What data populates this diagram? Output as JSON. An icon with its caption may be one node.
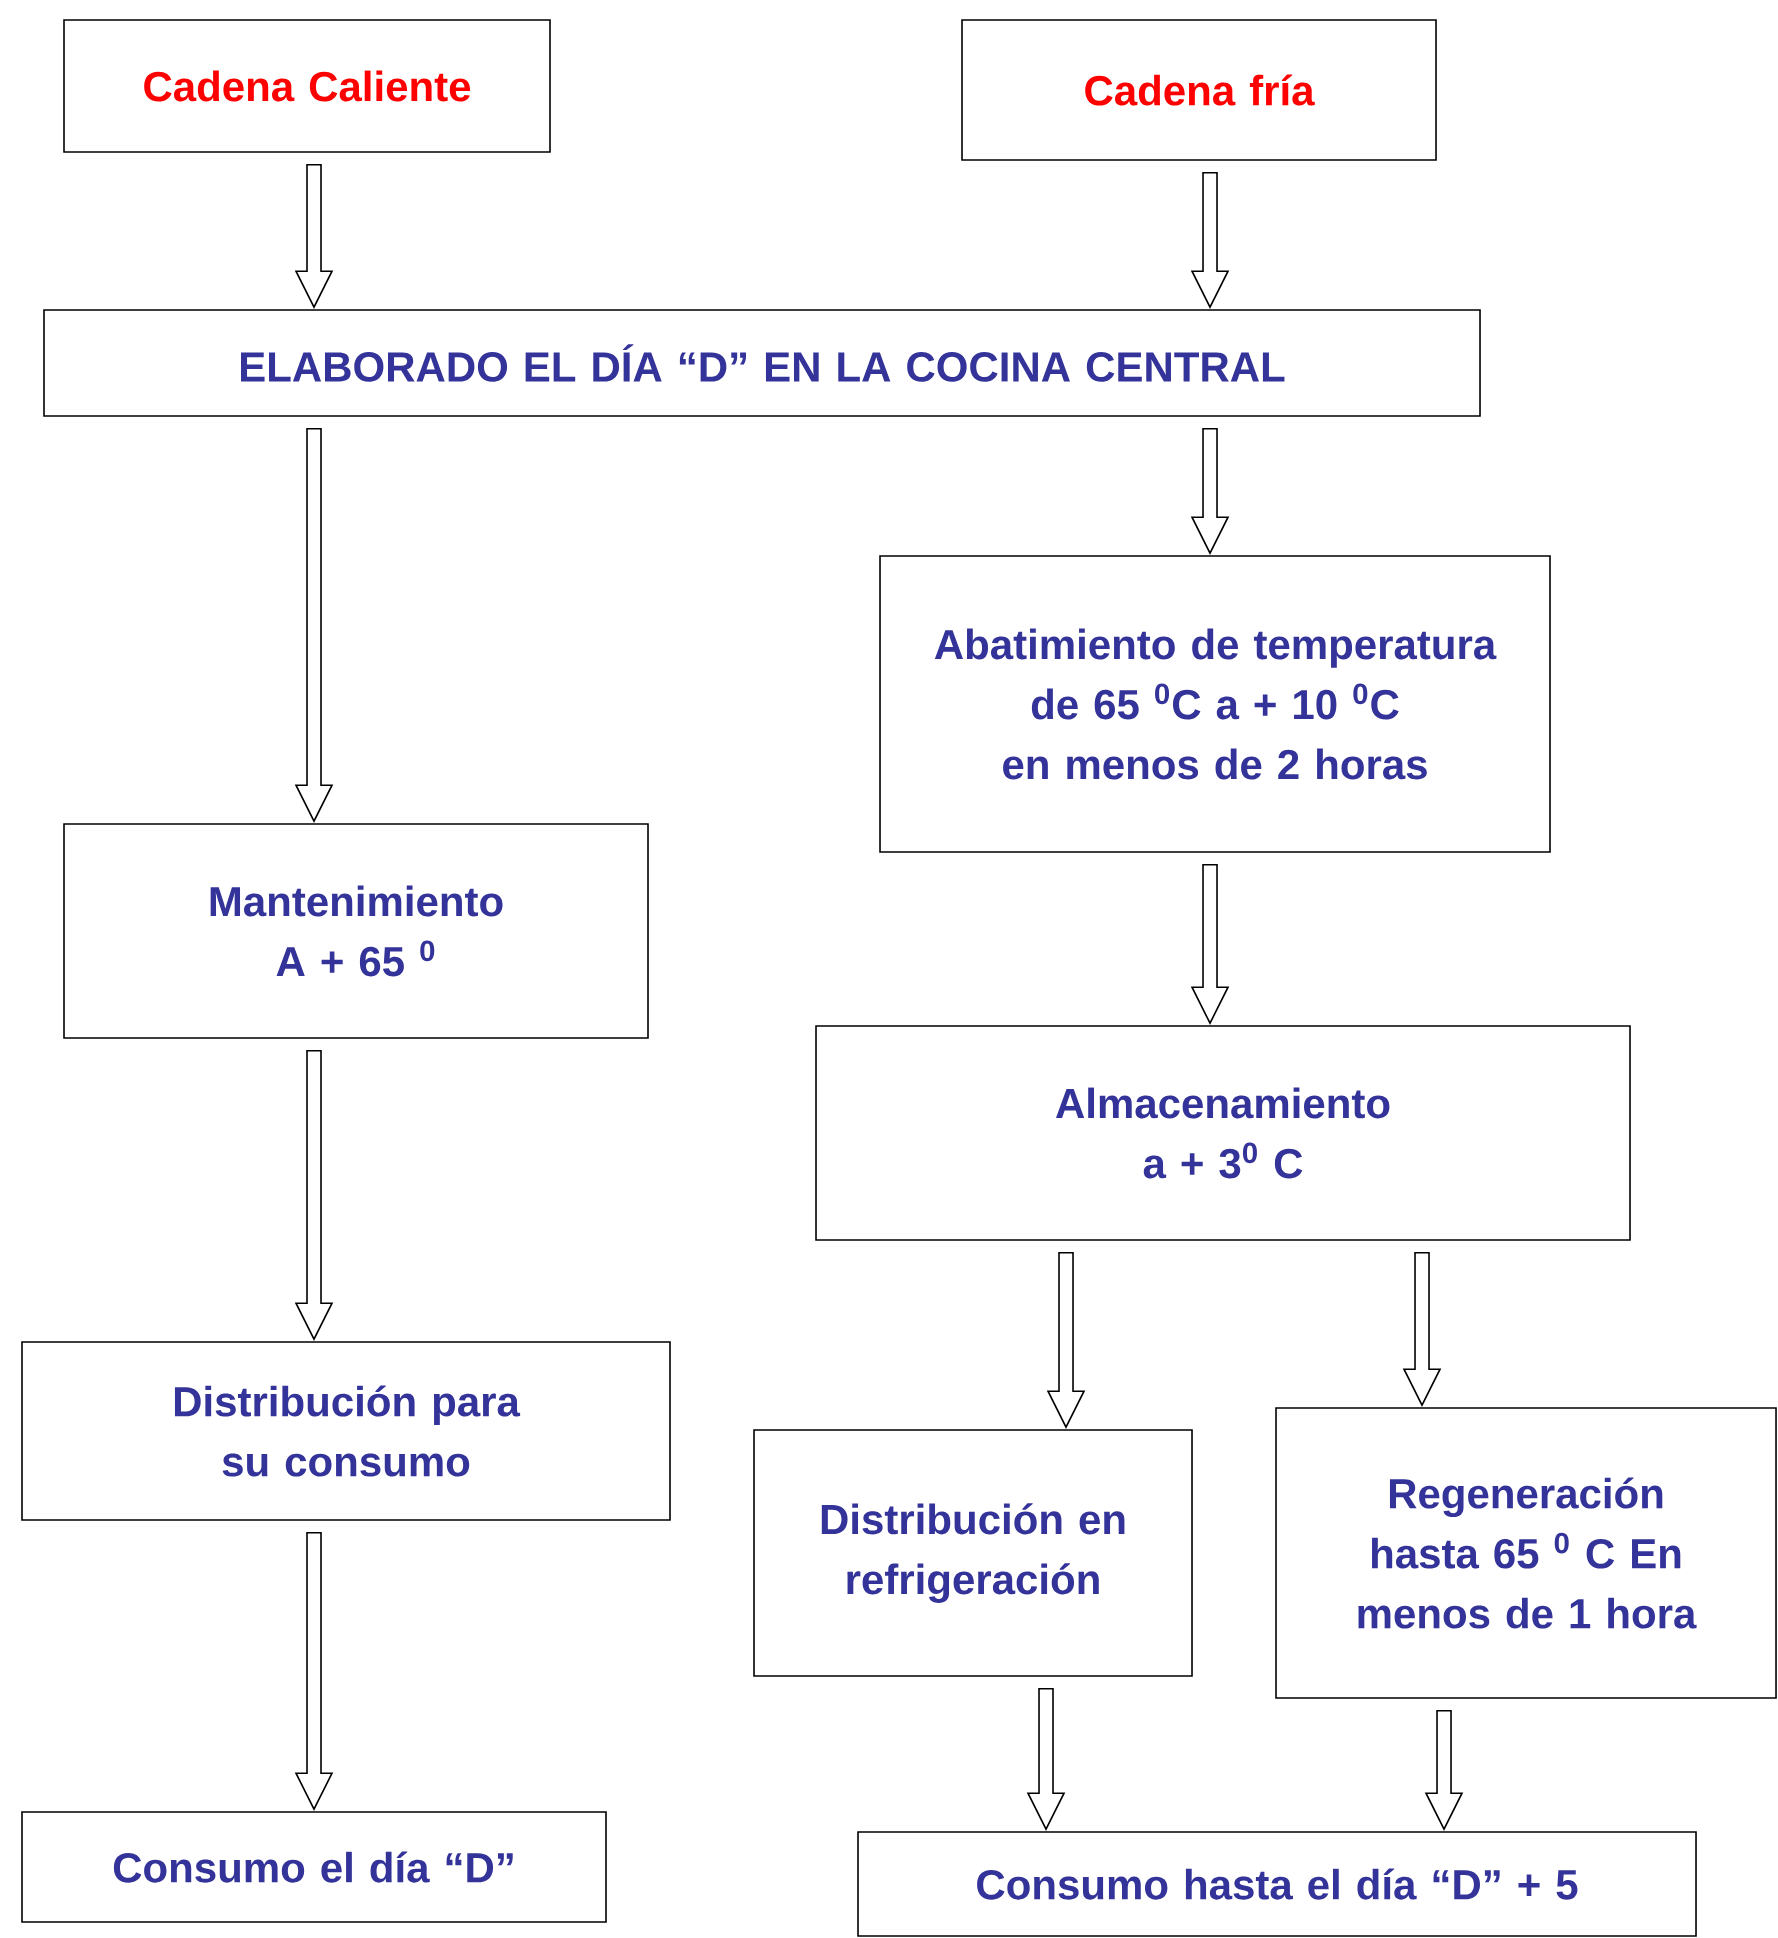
{
  "diagram": {
    "nodes": [
      {
        "text": [
          "Cadena Caliente"
        ]
      },
      {
        "text": [
          "Cadena fría"
        ]
      },
      {
        "text": [
          "ELABORADO EL  DÍA “D” EN LA COCINA CENTRAL"
        ]
      },
      {
        "text": [
          "Abatimiento de temperatura de 65 $^{0}$C a + 10 $^{0}$C en menos de 2 horas"
        ]
      },
      {
        "text": [
          "Mantenimiento A + 65 $^{0}$"
        ]
      },
      {
        "text": [
          "Almacenamiento a + 3$^{0}$ C"
        ]
      },
      {
        "text": [
          "Distribución para su consumo"
        ]
      },
      {
        "text": [
          "Distribución en refrigeración"
        ]
      },
      {
        "text": [
          "Regeneración hasta 65 $^{0}$ C En menos de 1 hora"
        ]
      },
      {
        "text": [
          "Consumo el día “D”"
        ]
      },
      {
        "text": [
          "Consumo hasta el día “D” + 5"
        ]
      }
    ],
    "edges": [
      {
        "from": 0,
        "to": 2,
        "arrow": "to"
      },
      {
        "from": 1,
        "to": 2,
        "arrow": "to"
      },
      {
        "from": 2,
        "to": 4,
        "arrow": "to"
      },
      {
        "from": 2,
        "to": 3,
        "arrow": "to"
      },
      {
        "from": 4,
        "to": 6,
        "arrow": "to"
      },
      {
        "from": 3,
        "to": 5,
        "arrow": "to"
      },
      {
        "from": 5,
        "to": 7,
        "arrow": "to"
      },
      {
        "from": 5,
        "to": 8,
        "arrow": "to"
      },
      {
        "from": 6,
        "to": 9,
        "arrow": "to"
      },
      {
        "from": 7,
        "to": 10,
        "arrow": "to"
      },
      {
        "from": 8,
        "to": 10,
        "arrow": "to"
      }
    ]
  }
}
